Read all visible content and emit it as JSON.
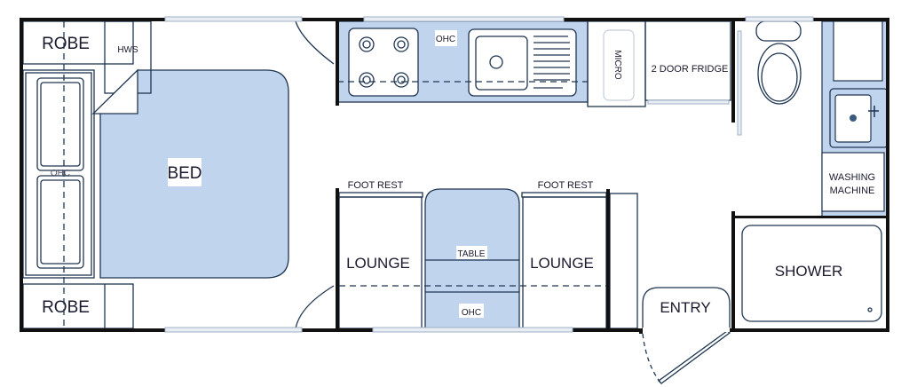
{
  "floorplan": {
    "labels": {
      "robe_top": "ROBE",
      "robe_bottom": "ROBE",
      "hws": "HWS",
      "bed": "BED",
      "ohc_bedroom": "OHC",
      "ohc_kitchen": "OHC",
      "micro": "MICRO",
      "fridge": "2 DOOR FRIDGE",
      "washing_line1": "WASHING",
      "washing_line2": "MACHINE",
      "shower": "SHOWER",
      "foot_rest_left": "FOOT REST",
      "foot_rest_right": "FOOT REST",
      "lounge_left": "LOUNGE",
      "lounge_right": "LOUNGE",
      "table": "TABLE",
      "ohc_dinette": "OHC",
      "entry": "ENTRY"
    },
    "colors": {
      "furniture_fill": "#c1d4ee",
      "wall": "#111111",
      "line": "#1f3552"
    }
  }
}
